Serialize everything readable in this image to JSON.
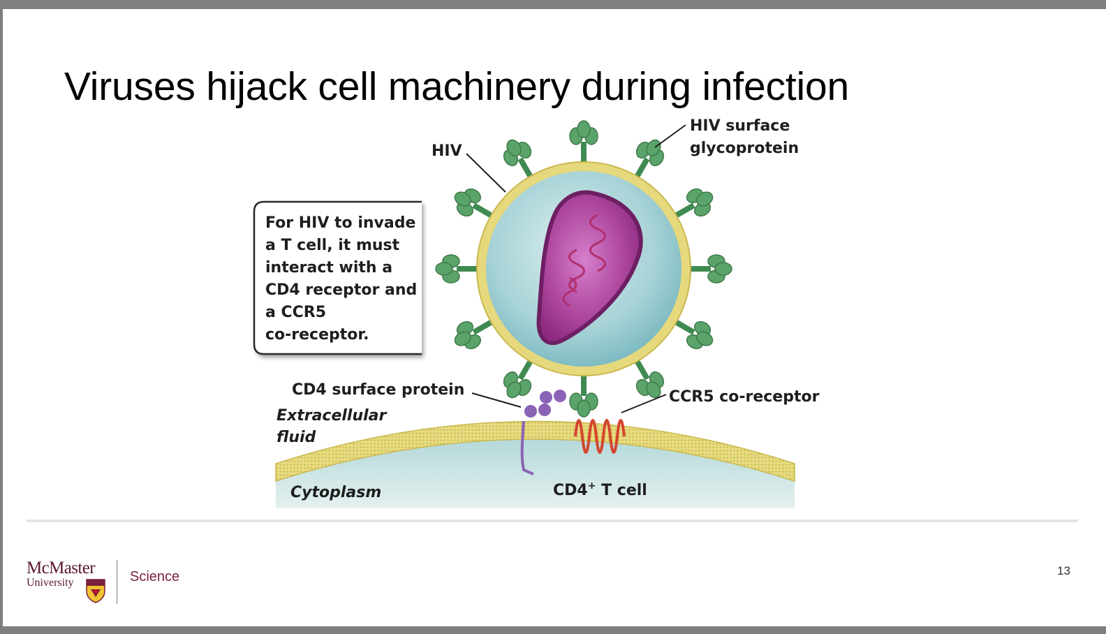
{
  "slide": {
    "title": "Viruses hijack cell machinery during infection",
    "page_number": "13"
  },
  "diagram": {
    "label_hiv": "HIV",
    "label_glycoprotein": [
      "HIV surface",
      "glycoprotein"
    ],
    "callout_lines": [
      "For HIV to invade",
      "a T cell, it must",
      "interact with a",
      "CD4 receptor and",
      "a CCR5",
      "co-receptor."
    ],
    "label_cd4": "CD4 surface protein",
    "label_extracellular": [
      "Extracellular",
      "fluid"
    ],
    "label_ccr5": "CCR5 co-receptor",
    "label_cytoplasm": "Cytoplasm",
    "label_tcell_prefix": "CD4",
    "label_tcell_sup": "+",
    "label_tcell_suffix": " T cell"
  },
  "footer": {
    "logo_name": "McMaster",
    "logo_sub": "University",
    "faculty": "Science"
  },
  "colors": {
    "membrane": "#e9dc84",
    "capsid": "#9b2a86",
    "spike": "#5aa36a",
    "cd4": "#8a63b5",
    "ccr5": "#d4452e",
    "cytoplasm": "#cfe6e6",
    "brand": "#7a1f3d"
  }
}
